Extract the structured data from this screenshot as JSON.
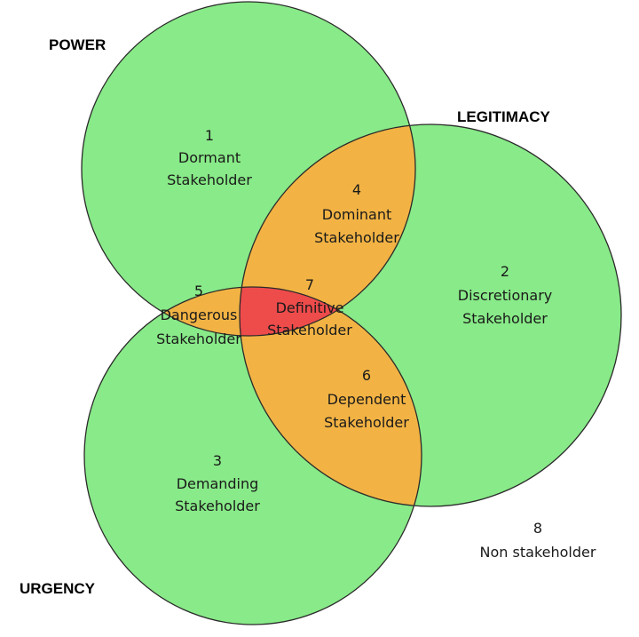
{
  "sets": [
    {
      "id": "power",
      "label": "POWER"
    },
    {
      "id": "legitimacy",
      "label": "LEGITIMACY"
    },
    {
      "id": "urgency",
      "label": "URGENCY"
    }
  ],
  "regions": [
    {
      "number": "1",
      "name_line1": "Dormant",
      "name_line2": "Stakeholder"
    },
    {
      "number": "2",
      "name_line1": "Discretionary",
      "name_line2": "Stakeholder"
    },
    {
      "number": "3",
      "name_line1": "Demanding",
      "name_line2": "Stakeholder"
    },
    {
      "number": "4",
      "name_line1": "Dominant",
      "name_line2": "Stakeholder"
    },
    {
      "number": "5",
      "name_line1": "Dangerous",
      "name_line2": "Stakeholder"
    },
    {
      "number": "6",
      "name_line1": "Dependent",
      "name_line2": "Stakeholder"
    },
    {
      "number": "7",
      "name_line1": "Definitive",
      "name_line2": "Stakeholder"
    }
  ],
  "outside": {
    "number": "8",
    "name": "Non stakeholder"
  },
  "colors": {
    "single": "#88ea88",
    "double": "#f2b344",
    "triple": "#ee4b4b",
    "stroke": "#2a2a2a"
  }
}
